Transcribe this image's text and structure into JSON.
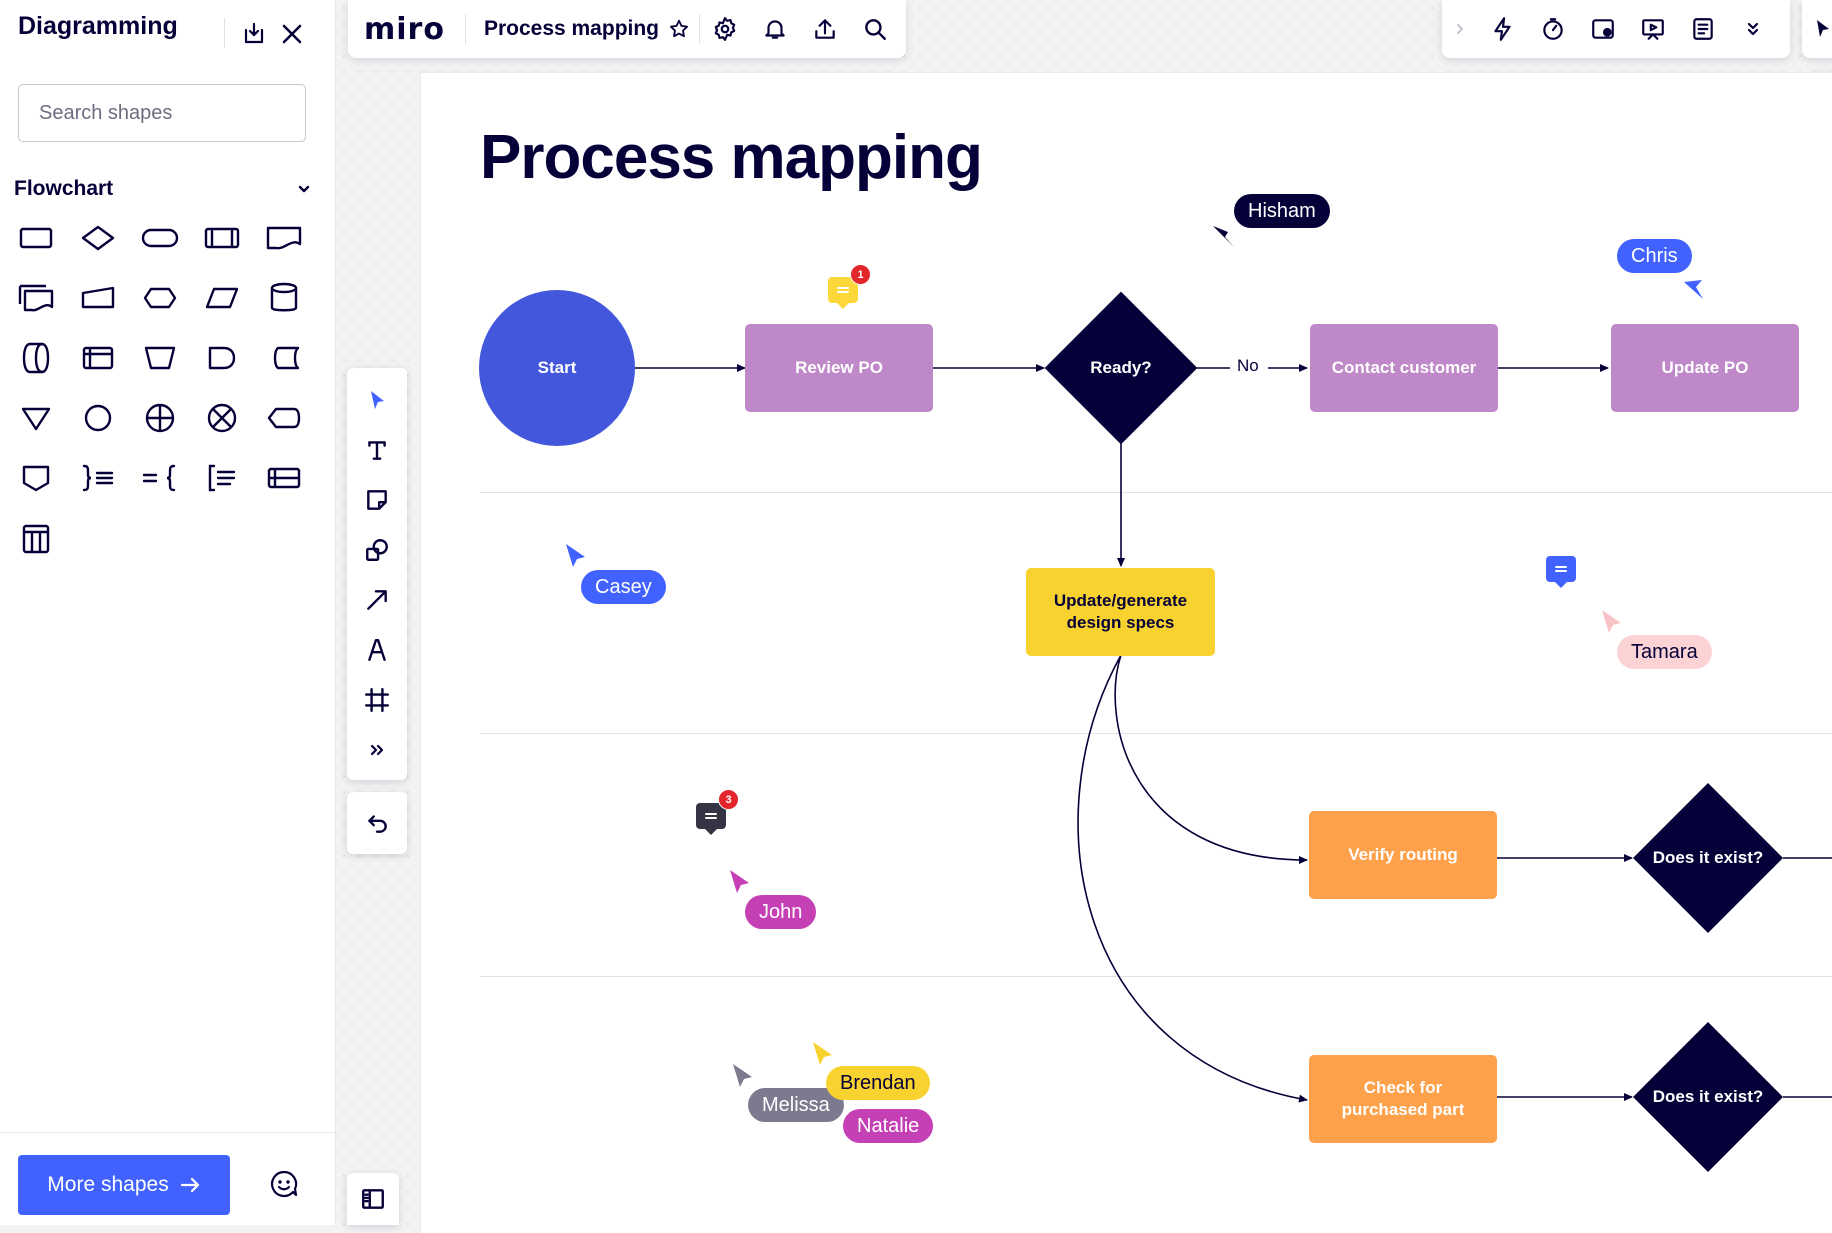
{
  "panel": {
    "title": "Diagramming",
    "search_placeholder": "Search shapes",
    "category": "Flowchart",
    "shapes": [
      "rectangle",
      "diamond",
      "terminator",
      "predefined-process",
      "document",
      "multi-document",
      "manual-input",
      "preparation",
      "data",
      "database",
      "direct-access-storage",
      "internal-storage",
      "manual-operation",
      "delay",
      "stored-data",
      "merge",
      "connector",
      "or",
      "summing-junction",
      "display",
      "off-page-connector",
      "annotation-right",
      "annotation-left",
      "annotation",
      "internal-storage-alt",
      "table"
    ],
    "more_shapes_label": "More shapes"
  },
  "topbar": {
    "logo": "miro",
    "board_title": "Process mapping"
  },
  "board": {
    "heading": "Process mapping",
    "nodes": {
      "start": "Start",
      "review_po": "Review PO",
      "ready": "Ready?",
      "contact": "Contact customer",
      "update_po": "Update PO",
      "update_specs": "Update/generate design specs",
      "verify_routing": "Verify routing",
      "exist1": "Does it exist?",
      "check_part": "Check for purchased part",
      "exist2": "Does it exist?"
    },
    "edge_no": "No"
  },
  "cursors": [
    {
      "name": "Hisham"
    },
    {
      "name": "Chris"
    },
    {
      "name": "Casey"
    },
    {
      "name": "Tamara"
    },
    {
      "name": "John"
    },
    {
      "name": "Brendan"
    },
    {
      "name": "Melissa"
    },
    {
      "name": "Natalie"
    }
  ],
  "comments": {
    "top_badge": "1",
    "left_badge": "3"
  },
  "colors": {
    "accent": "#4262ff",
    "ink": "#050038",
    "start": "#4257dc",
    "purple": "#bf88c8",
    "yellow": "#f8d22e",
    "orange": "#ffa04a"
  }
}
